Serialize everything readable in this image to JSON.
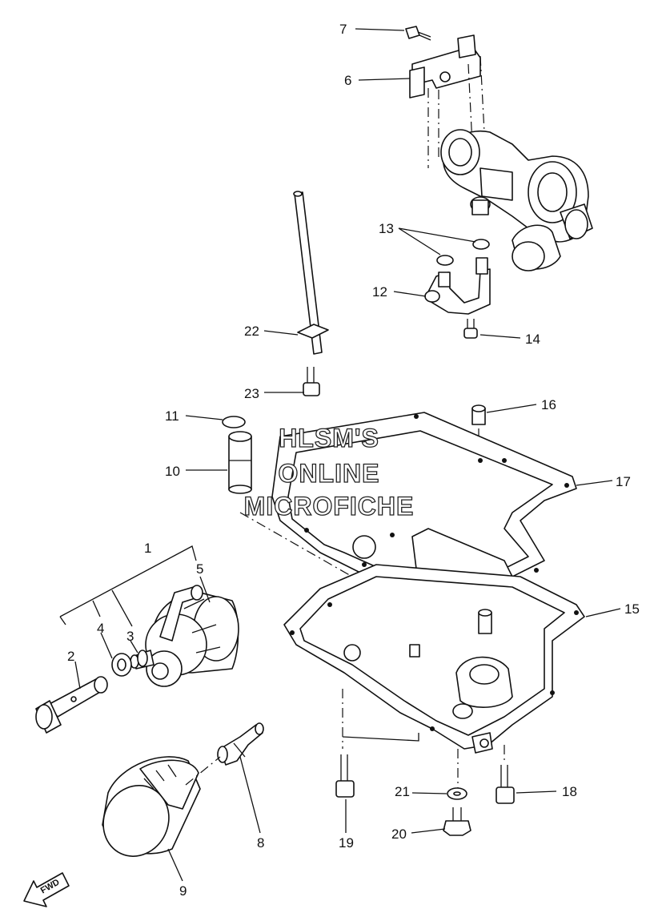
{
  "watermark": {
    "line1": "HLSM'S",
    "line2": "ONLINE",
    "line3": "MICROFICHE"
  },
  "direction_badge": "FWD",
  "callouts": [
    "1",
    "2",
    "3",
    "4",
    "5",
    "6",
    "7",
    "8",
    "9",
    "10",
    "11",
    "12",
    "13",
    "14",
    "15",
    "16",
    "17",
    "18",
    "19",
    "20",
    "21",
    "22",
    "23"
  ]
}
